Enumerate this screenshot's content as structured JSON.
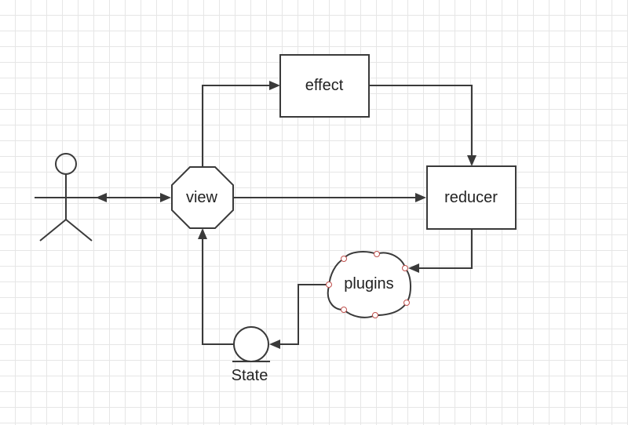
{
  "nodes": {
    "view": "view",
    "effect": "effect",
    "reducer": "reducer",
    "plugins": "plugins",
    "state": "State"
  },
  "icons": {
    "actor": "user-actor-icon",
    "view_shape": "octagon",
    "state_shape": "storage-circle",
    "plugins_shape": "cloud"
  },
  "colors": {
    "line": "#3a3a3a",
    "grid": "#e6e6e6",
    "selection_handle": "#c0504d"
  }
}
